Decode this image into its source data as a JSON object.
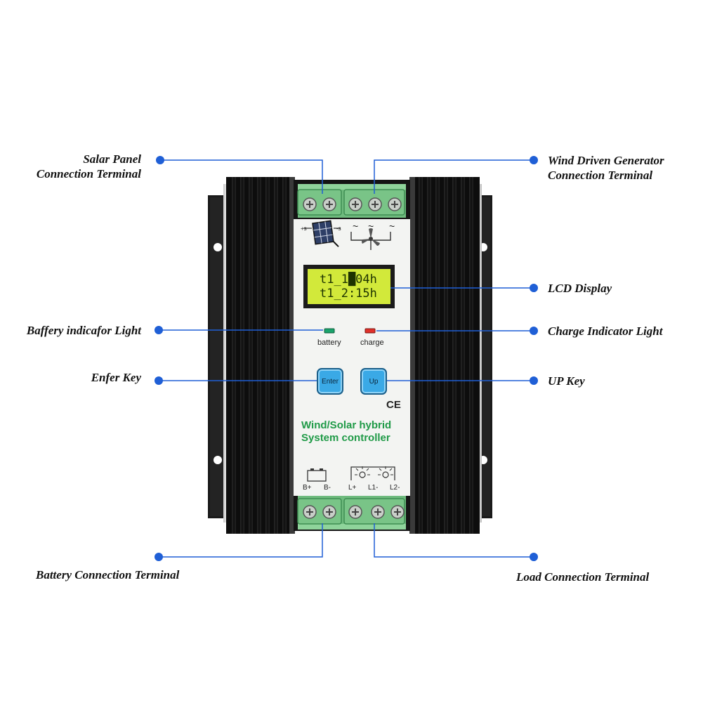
{
  "callouts": {
    "solar_panel": [
      "Salar Panel",
      "Connection Terminal"
    ],
    "wind_generator": [
      "Wind Driven Generator",
      "Connection Terminal"
    ],
    "lcd_display": "LCD Display",
    "battery_light": "Baffery indicafor Light",
    "charge_light": "Charge Indicator Light",
    "enter_key": "Enfer Key",
    "up_key": "UP Key",
    "battery_terminal": "Battery Connection Terminal",
    "load_terminal": "Load Connection Terminal"
  },
  "device": {
    "lcd_lines": [
      "t1_1█04h",
      "t1_2:15h"
    ],
    "led_battery_label": "battery",
    "led_charge_label": "charge",
    "enter_label": "Enter",
    "up_label": "Up",
    "ce_mark": "CE",
    "brand_lines": [
      "Wind/Solar hybrid",
      "System controller"
    ],
    "top_symbols": {
      "solar_plus": "+s",
      "solar_minus": "-s",
      "tilde": "~"
    },
    "bottom_labels": [
      "B+",
      "B-",
      "L+",
      "L1-",
      "L2-"
    ]
  },
  "colors": {
    "callout_line": "#1f5fd6",
    "callout_dot": "#1f5fd6",
    "heatsink": "#141414",
    "faceplate": "#f3f4f2",
    "terminal_block": "#7ec58a",
    "lcd_bg": "#d2e93a",
    "led_battery": "#1aa36b",
    "led_charge": "#e0302a",
    "key_blue": "#3aa9e6",
    "brand_green": "#1f9a47"
  }
}
